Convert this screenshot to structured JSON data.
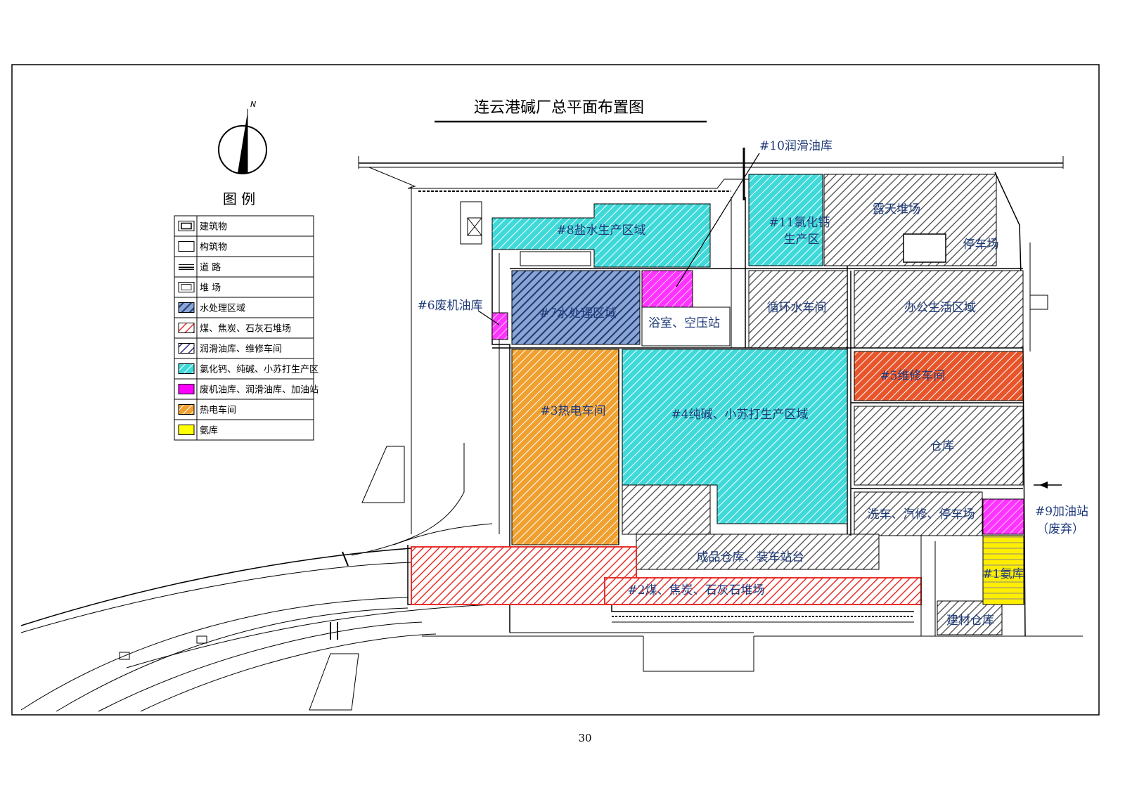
{
  "title": "连云港碱厂总平面布置图",
  "north_label": "N",
  "page_number": "30",
  "legend": {
    "heading": "图  例",
    "items": [
      {
        "label": "建筑物",
        "swatch": "building"
      },
      {
        "label": "构筑物",
        "swatch": "structure"
      },
      {
        "label": "道  路",
        "swatch": "road"
      },
      {
        "label": "堆  场",
        "swatch": "yard"
      },
      {
        "label": "水处理区域",
        "swatch": "hatch",
        "color": "#1f3a6e"
      },
      {
        "label": "煤、焦炭、石灰石堆场",
        "swatch": "hatch",
        "color": "#e8552b"
      },
      {
        "label": "润滑油库、维修车间",
        "swatch": "hatch",
        "color": "#2b2f8a"
      },
      {
        "label": "氯化钙、纯碱、小苏打生产区",
        "swatch": "hatch",
        "color": "#3fd9d9"
      },
      {
        "label": "废机油库、润滑油库、加油站",
        "swatch": "solid",
        "color": "#ff00ff"
      },
      {
        "label": "热电车间",
        "swatch": "hatch",
        "color": "#f0a030"
      },
      {
        "label": "氨库",
        "swatch": "solid",
        "color": "#ffff00"
      }
    ]
  },
  "zones": {
    "z8": "#8盐水生产区域",
    "z10": "#10润滑油库",
    "z11a": "#11氯化钙",
    "z11b": "生产区",
    "yard": "露天堆场",
    "parking1": "停车场",
    "z6": "#6废机油库",
    "z7": "#7水处理区域",
    "bath": "浴室、空压站",
    "cool": "循环水车间",
    "office": "办公生活区域",
    "z5": "#5维修车间",
    "z3": "#3热电车间",
    "z4": "#4纯碱、小苏打生产区域",
    "store": "仓库",
    "wash": "洗车、汽修、停车场",
    "z9a": "#9加油站",
    "z9b": "（废弃）",
    "product": "成品仓库、装车站台",
    "z1": "#1氨库",
    "z2": "#2煤、焦炭、石灰石堆场",
    "materials": "建材仓库"
  },
  "colors": {
    "water": "#1f3a6e",
    "coal": "#e8312b",
    "cyan": "#3fd9d9",
    "magenta": "#ff33ff",
    "orange": "#f0a030",
    "yellow": "#ffee00",
    "gray": "#555555",
    "maint": "#e8552b",
    "label": "#1f3b7a"
  }
}
